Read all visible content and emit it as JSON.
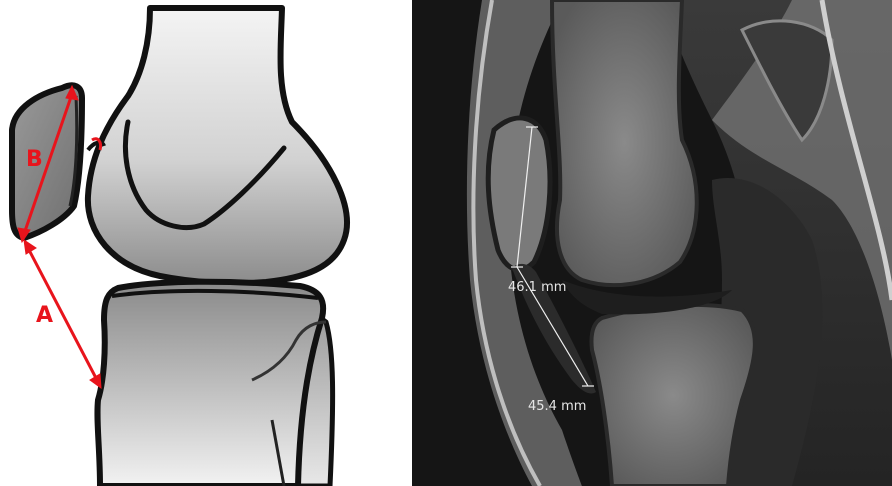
{
  "diagram": {
    "label_a": "A",
    "label_b": "B",
    "accent_color": "#e8141c"
  },
  "mri": {
    "measurement_1": "46.1 mm",
    "measurement_2": "45.4 mm"
  }
}
